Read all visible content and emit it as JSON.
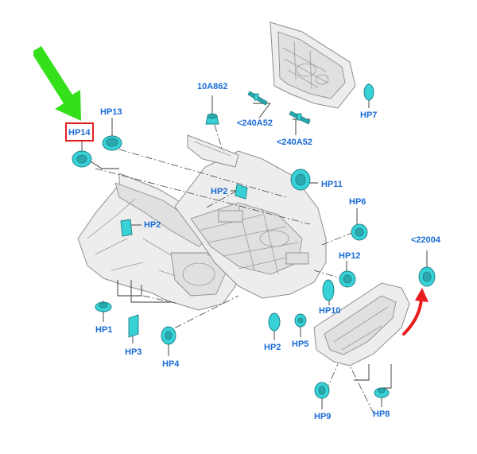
{
  "colors": {
    "label": "#1a6bd6",
    "part": "#37d1d6",
    "highlight_box": "#e02020",
    "green_arrow": "#33e01a",
    "red_arrow": "#e81c1c"
  },
  "labels": {
    "hp1": "HP1",
    "hp2_a": "HP2",
    "hp2_b": "HP2",
    "hp2_c": "HP2",
    "hp3": "HP3",
    "hp4": "HP4",
    "hp5": "HP5",
    "hp6": "HP6",
    "hp7": "HP7",
    "hp8": "HP8",
    "hp9": "HP9",
    "hp10": "HP10",
    "hp11": "HP11",
    "hp12": "HP12",
    "hp13": "HP13",
    "hp14": "HP14",
    "ref_10a862": "10A862",
    "ref_240a52_a": "<240A52",
    "ref_240a52_b": "<240A52",
    "ref_22004": "<22004"
  }
}
